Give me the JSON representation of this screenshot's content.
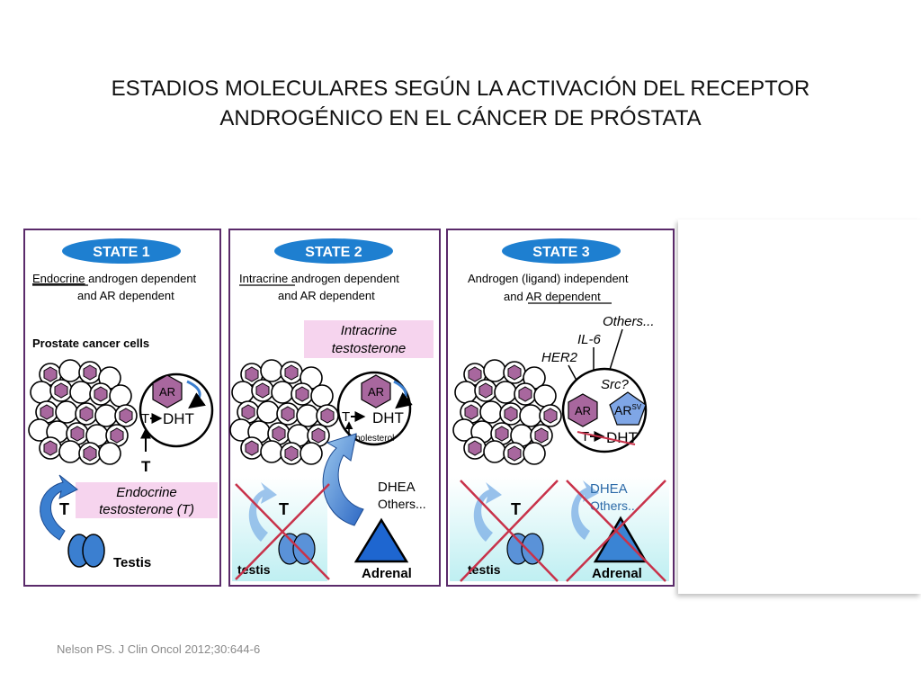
{
  "slide": {
    "title_line1": "ESTADIOS MOLECULARES SEGÚN LA ACTIVACIÓN DEL RECEPTOR",
    "title_line2": "ANDROGÉNICO EN EL CÁNCER DE PRÓSTATA",
    "citation": "Nelson PS. J Clin Oncol 2012;30:644-6"
  },
  "colors": {
    "state_pill": "#1e7fd0",
    "cell_nucleus": "#a8679e",
    "arrow_blue": "#3b7fd0",
    "cross_red": "#c8324a",
    "pink_box": "#f6d4ee",
    "gradient_cyan": "#bfeff2",
    "ar_sv": "#7fa6e6"
  },
  "states": [
    {
      "pill": "STATE 1",
      "desc_line1_u": "Endocrine",
      "desc_line1_rest": " androgen dependent",
      "desc_line2": "and AR dependent",
      "cells_label": "Prostate cancer cells",
      "ar": "AR",
      "t": "T",
      "dht": "DHT",
      "t_below": "T",
      "box_line1": "Endocrine",
      "box_line2": "testosterone (T)",
      "t_big": "T",
      "testis": "Testis"
    },
    {
      "pill": "STATE 2",
      "desc_line1_u": "Intracrine",
      "desc_line1_rest": " androgen dependent",
      "desc_line2": "and AR dependent",
      "box_line1": "Intracrine",
      "box_line2": "testosterone",
      "ar": "AR",
      "t": "T",
      "dht": "DHT",
      "cholesterol": "cholesterol",
      "dhea": "DHEA",
      "others": "Others...",
      "t_big": "T",
      "testis": "testis",
      "adrenal": "Adrenal"
    },
    {
      "pill": "STATE 3",
      "desc_line1": "Androgen (ligand) independent",
      "desc_line2_pre": "and ",
      "desc_line2_u": "AR dependent",
      "others": "Others...",
      "il6": "IL-6",
      "her2": "HER2",
      "src": "Src?",
      "ar": "AR",
      "arsv": "AR",
      "arsv_sup": "SV",
      "t": "T",
      "dht": "DHT",
      "dhea": "DHEA",
      "others2": "Others...",
      "t_big": "T",
      "testis": "testis",
      "adrenal": "Adrenal"
    }
  ]
}
